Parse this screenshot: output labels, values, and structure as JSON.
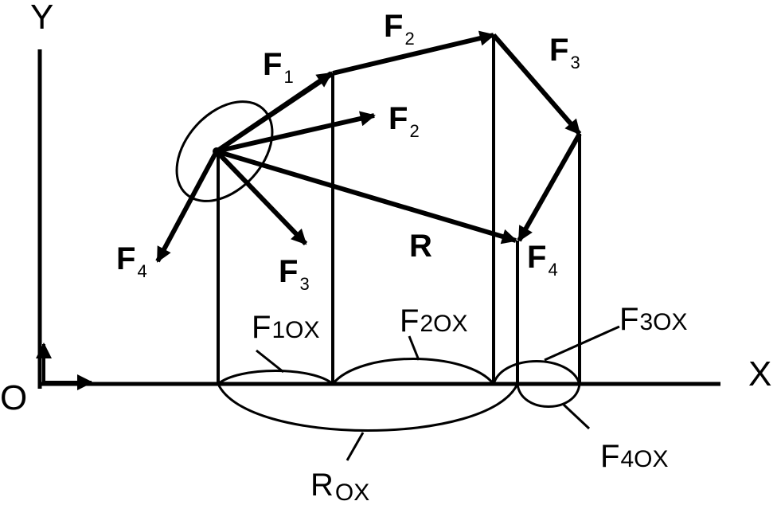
{
  "axes": {
    "y": "Y",
    "x": "X",
    "origin": "O"
  },
  "forces_at_point": {
    "f1": {
      "main": "F",
      "sub": "1"
    },
    "f2": {
      "main": "F",
      "sub": "2"
    },
    "f3": {
      "main": "F",
      "sub": "3"
    },
    "f4": {
      "main": "F",
      "sub": "4"
    }
  },
  "polygon_forces": {
    "f2": {
      "main": "F",
      "sub": "2"
    },
    "f3": {
      "main": "F",
      "sub": "3"
    },
    "f4": {
      "main": "F",
      "sub": "4"
    }
  },
  "resultant": {
    "main": "R"
  },
  "projections": {
    "f1ox": {
      "main": "F",
      "sub": "1OX"
    },
    "f2ox": {
      "main": "F",
      "sub": "2OX"
    },
    "f3ox": {
      "main": "F",
      "sub": "3OX"
    },
    "f4ox": {
      "main": "F",
      "sub": "4OX"
    },
    "rox": {
      "main": "R",
      "sub": "OX"
    }
  },
  "colors": {
    "ink": "#000000",
    "background": "#ffffff"
  }
}
